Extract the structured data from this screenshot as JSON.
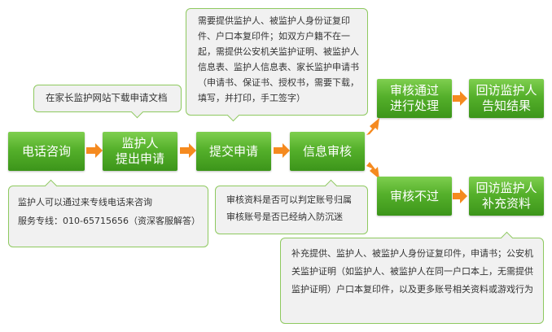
{
  "steps": {
    "phone": "电话咨询",
    "guardian": "监护人\n提出申请",
    "submit": "提交申请",
    "review": "信息审核",
    "pass": "审核通过\n进行处理",
    "fail": "审核不过",
    "visit_result": "回访监护人\n告知结果",
    "visit_supplement": "回访监护人\n补充资料"
  },
  "notes": {
    "download": "在家长监护网站下载申请文档",
    "documents": "需要提供监护人、被监护人身份证复印件、户口本复印件；如双方户籍不在一起，需提供公安机关监护证明、被监护人信息表、监护人信息表、家长监护申请书（申请书、保证书、授权书，需要下载，填写，并打印，手工签字）",
    "phone_line1": "监护人可以通过来专线电话来咨询",
    "phone_line2": "服务专线：010-65715656（资深客服解答）",
    "review_line1": "审核资料是否可以判定账号归属",
    "review_line2": "审核账号是否已经纳入防沉迷",
    "supplement": "补充提供、监护人、被监护人身份证复印件，申请书；公安机关监护证明（如监护人、被监护人在同一户口本上，无需提供监护证明）户口本复印件，以及更多账号相关资料或游戏行为"
  },
  "colors": {
    "step_green": "#55b02b",
    "arrow_orange": "#f58a1f",
    "note_border": "#8ec95f",
    "note_bg": "#f1f1f1"
  }
}
